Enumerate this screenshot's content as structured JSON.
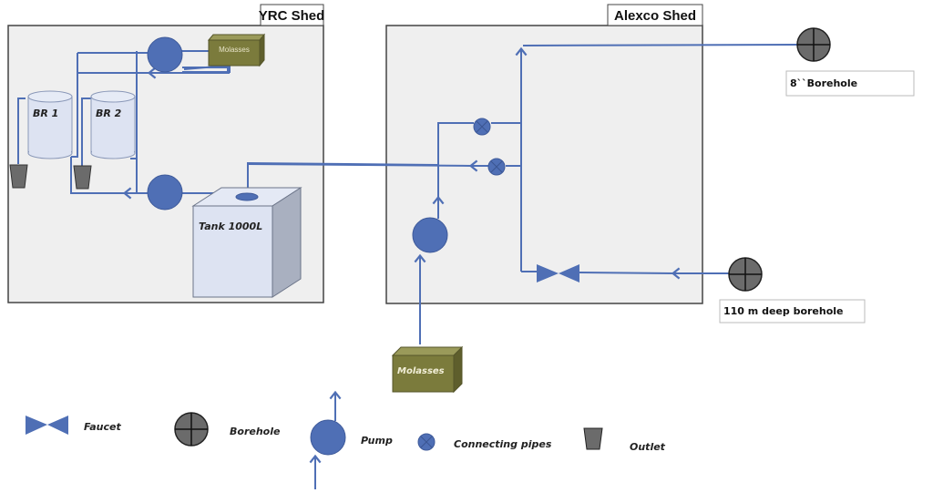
{
  "diagram": {
    "sheds": {
      "yrc": {
        "title": "YRC Shed"
      },
      "alexco": {
        "title": "Alexco Shed"
      }
    },
    "components": {
      "bioreactor_1": "BR 1",
      "bioreactor_2": "BR 2",
      "tank": "Tank 1000L",
      "molasses_yrc": "Molasses",
      "molasses_alexco": "Molasses",
      "borehole_8in": "8``Borehole",
      "borehole_110m": "110 m deep borehole"
    },
    "legend": [
      {
        "symbol": "faucet-icon",
        "label": "Faucet"
      },
      {
        "symbol": "borehole-icon",
        "label": "Borehole"
      },
      {
        "symbol": "pump-icon",
        "label": "Pump"
      },
      {
        "symbol": "connecting-pipe-icon",
        "label": "Connecting pipes"
      },
      {
        "symbol": "outlet-icon",
        "label": "Outlet"
      }
    ],
    "colors": {
      "pipe": "#4f6fb5",
      "pump": "#4f6fb5",
      "shed_fill": "#efefef",
      "borehole": "#6b6b6b",
      "molasses": "#7a7a3a",
      "tank": "#dde3f2"
    }
  }
}
